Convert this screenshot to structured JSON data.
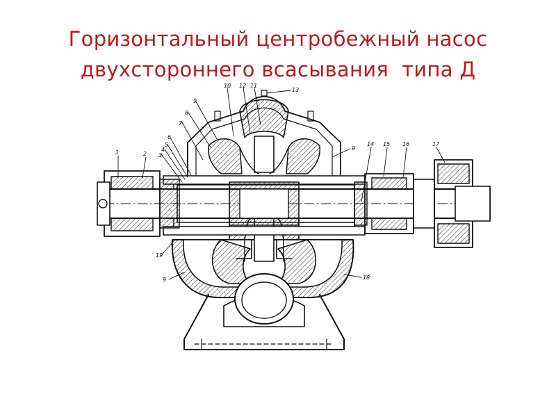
{
  "slide": {
    "title_line_1": "Горизонтальный центробежный насос",
    "title_line_2": "двухстороннего всасывания  типа Д",
    "title_color": "#b51d1d"
  },
  "diagram": {
    "callouts": {
      "n1": "1",
      "n2": "2",
      "n3": "3",
      "n4": "4",
      "n5": "5",
      "n6": "6",
      "n7": "7",
      "n8": "8",
      "n9a": "9",
      "n9b": "9",
      "n9c": "9",
      "n10": "10",
      "n11": "11",
      "n12": "12",
      "n13": "13",
      "n14": "14",
      "n15": "15",
      "n16": "16",
      "n17": "17",
      "n18": "18",
      "n19": "19"
    }
  }
}
